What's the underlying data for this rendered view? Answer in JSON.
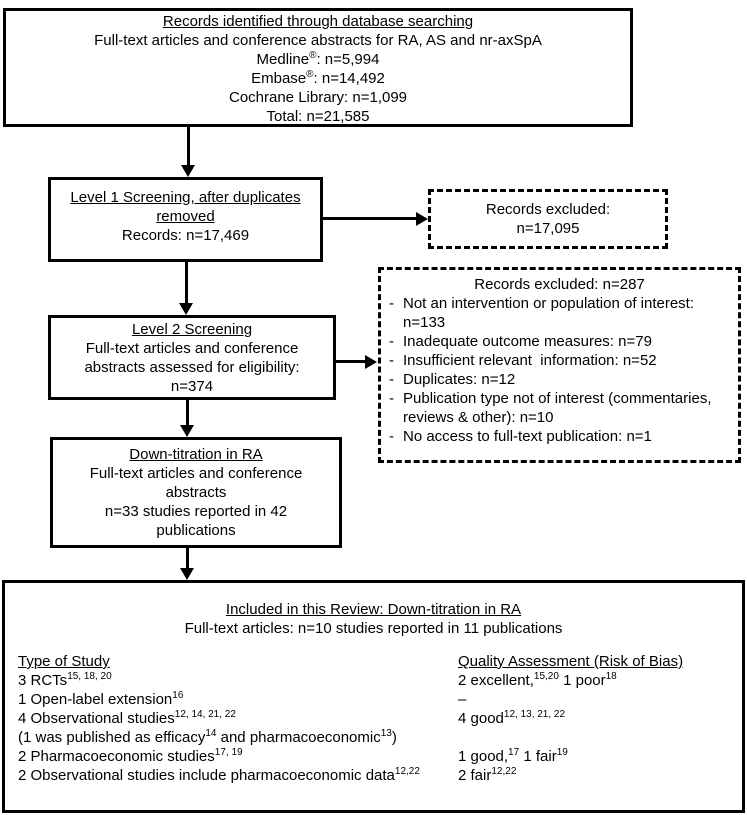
{
  "colors": {
    "line": "#000000",
    "background": "#ffffff"
  },
  "identification": {
    "title": "Records identified through database searching",
    "scope": "Full-text articles and conference abstracts for RA, AS and nr-axSpA",
    "medline": [
      {
        "t": "Medline"
      },
      {
        "t": "®",
        "s": true
      },
      {
        "t": ": n=5,994"
      }
    ],
    "embase": [
      {
        "t": "Embase"
      },
      {
        "t": "®",
        "s": true
      },
      {
        "t": ": n=14,492"
      }
    ],
    "cochrane": "Cochrane Library: n=1,099",
    "total": "Total: n=21,585"
  },
  "level1": {
    "title": "Level 1 Screening, after duplicates removed",
    "records": "Records: n=17,469"
  },
  "excluded_level1": {
    "line1": "Records excluded:",
    "line2": "n=17,095"
  },
  "level2": {
    "title": "Level 2 Screening",
    "line1": "Full-text articles and conference",
    "line2": "abstracts assessed for eligibility:",
    "line3": "n=374"
  },
  "excluded_level2": {
    "title": "Records excluded: n=287",
    "bullet": "-",
    "items": [
      "Not an intervention or population of interest: n=133",
      "Inadequate outcome measures: n=79",
      "Insufficient relevant  information: n=52",
      "Duplicates: n=12",
      "Publication type not of interest (commentaries, reviews & other): n=10",
      "No access to full-text publication: n=1"
    ]
  },
  "down_titration": {
    "title": "Down-titration in RA",
    "line1": "Full-text articles and conference",
    "line2": "abstracts",
    "line3": "n=33 studies reported in 42",
    "line4": "publications"
  },
  "included": {
    "title": "Included in this Review: Down-titration in RA",
    "subtitle": "Full-text articles: n=10 studies reported in 11 publications",
    "left_header": "Type of Study",
    "right_header": "Quality Assessment (Risk of Bias)",
    "left_rows": [
      [
        {
          "t": "3 RCTs"
        },
        {
          "t": "15, 18, 20",
          "s": true
        }
      ],
      [
        {
          "t": "1 Open-label extension"
        },
        {
          "t": "16",
          "s": true
        }
      ],
      [
        {
          "t": "4 Observational studies"
        },
        {
          "t": "12, 14, 21, 22",
          "s": true
        }
      ],
      [
        {
          "t": "(1 was published as efficacy"
        },
        {
          "t": "14",
          "s": true
        },
        {
          "t": " and pharmacoeconomic"
        },
        {
          "t": "13",
          "s": true
        },
        {
          "t": ")"
        }
      ],
      [
        {
          "t": "2 Pharmacoeconomic studies"
        },
        {
          "t": "17, 19",
          "s": true
        }
      ],
      [
        {
          "t": "2 Observational studies include pharmacoeconomic data"
        },
        {
          "t": "12,22",
          "s": true
        }
      ]
    ],
    "right_rows": [
      [
        {
          "t": "2 excellent,"
        },
        {
          "t": "15,20",
          "s": true
        },
        {
          "t": " 1 poor"
        },
        {
          "t": "18",
          "s": true
        }
      ],
      [
        {
          "t": "–"
        }
      ],
      [
        {
          "t": "4 good"
        },
        {
          "t": "12, 13, 21, 22",
          "s": true
        }
      ],
      [
        {
          "t": ""
        }
      ],
      [
        {
          "t": "1 good,"
        },
        {
          "t": "17",
          "s": true
        },
        {
          "t": " 1 fair"
        },
        {
          "t": "19",
          "s": true
        }
      ],
      [
        {
          "t": "2 fair"
        },
        {
          "t": "12,22",
          "s": true
        }
      ]
    ]
  }
}
